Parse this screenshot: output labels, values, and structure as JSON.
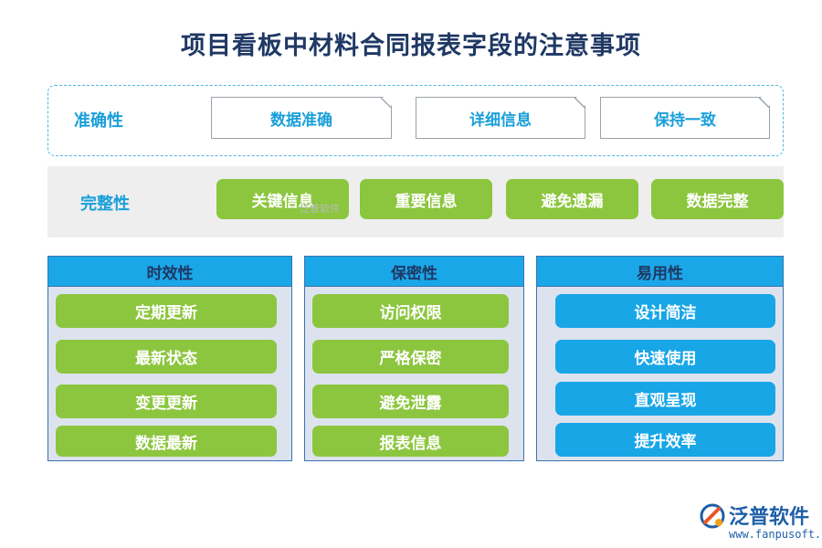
{
  "title": "项目看板中材料合同报表字段的注意事项",
  "accuracy": {
    "label": "准确性",
    "items": [
      "数据准确",
      "详细信息",
      "保持一致"
    ]
  },
  "completeness": {
    "label": "完整性",
    "items": [
      "关键信息",
      "重要信息",
      "避免遗漏",
      "数据完整"
    ]
  },
  "columns": [
    {
      "head": "时效性",
      "items": [
        "定期更新",
        "最新状态",
        "变更更新",
        "数据最新"
      ]
    },
    {
      "head": "保密性",
      "items": [
        "访问权限",
        "严格保密",
        "避免泄露",
        "报表信息"
      ]
    },
    {
      "head": "易用性",
      "items": [
        "设计简洁",
        "快速使用",
        "直观呈现",
        "提升效率"
      ]
    }
  ],
  "watermark": "泛普软件",
  "logo": {
    "name": "泛普软件",
    "url": "www.fanpusoft.com"
  },
  "colors": {
    "green": "#8cc63f",
    "blue": "#18a6e7",
    "title": "#1f3864"
  }
}
